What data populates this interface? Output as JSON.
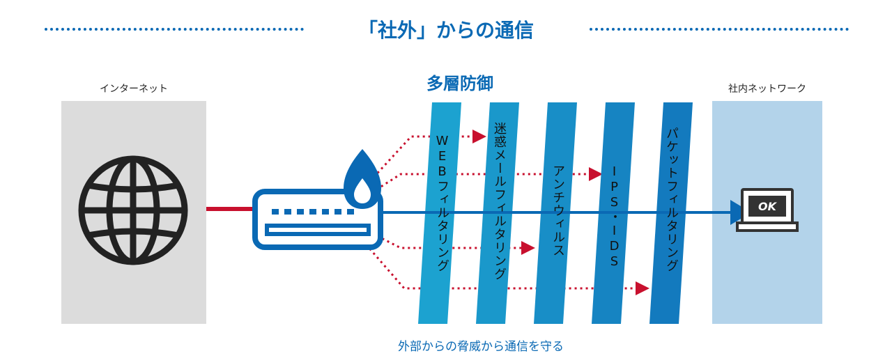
{
  "header": {
    "title": "「社外」からの通信"
  },
  "left_panel": {
    "label": "インターネット",
    "icon": "globe-icon"
  },
  "right_panel": {
    "label": "社内ネットワーク",
    "icon": "laptop-icon",
    "status_text": "OK"
  },
  "defense": {
    "title": "多層防御",
    "layers": [
      "WEBフィルタリング",
      "迷惑メールフィルタリング",
      "アンチウィルス",
      "IPS・IDS",
      "パケットフィルタリング"
    ]
  },
  "footer": {
    "caption": "外部からの脅威から通信を守る"
  },
  "colors": {
    "brand": "#0a69b4",
    "threat": "#c8102e",
    "panel_gray": "#dcdcdc",
    "panel_blue": "#b3d3ea"
  }
}
